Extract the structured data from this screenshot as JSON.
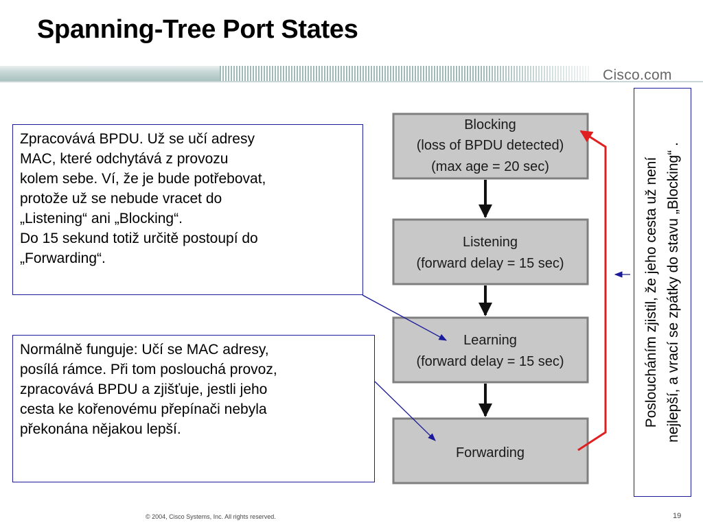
{
  "slide": {
    "title": "Spanning-Tree Port States",
    "brand": "Cisco.com",
    "footer": "© 2004, Cisco Systems, Inc. All rights reserved.",
    "page_number": "19"
  },
  "notes": {
    "top": [
      "Zpracovává BPDU. Už se učí adresy",
      "MAC, které odchytává z provozu",
      "kolem sebe. Ví, že je bude potřebovat,",
      "protože už se nebude vracet do",
      "„Listening“ ani „Blocking“.",
      "Do 15 sekund totiž určitě postoupí do",
      "„Forwarding“."
    ],
    "bottom": [
      "Normálně funguje: Učí se MAC adresy,",
      "posílá rámce. Při tom poslouchá provoz,",
      "zpracovává BPDU a zjišťuje, jestli jeho",
      "cesta ke kořenovému přepínači nebyla",
      "překonána nějakou lepší."
    ],
    "vertical": [
      "Posloucháním zjistil, že jeho cesta už není",
      "nejlepší, a vrací se zpátky do stavu „Blocking“ ."
    ]
  },
  "states": [
    {
      "lines": [
        "Blocking",
        "(loss of BPDU detected)",
        "(max age = 20 sec)"
      ]
    },
    {
      "lines": [
        "Listening",
        "(forward delay = 15 sec)"
      ]
    },
    {
      "lines": [
        "Learning",
        "(forward delay = 15 sec)"
      ]
    },
    {
      "lines": [
        "Forwarding"
      ]
    }
  ],
  "colors": {
    "state_fill": "#c8c8c8",
    "state_border": "#7f7f7f",
    "callout_line": "#1a1a9a",
    "return_arrow": "#e02020",
    "flow_arrow": "#111111"
  }
}
